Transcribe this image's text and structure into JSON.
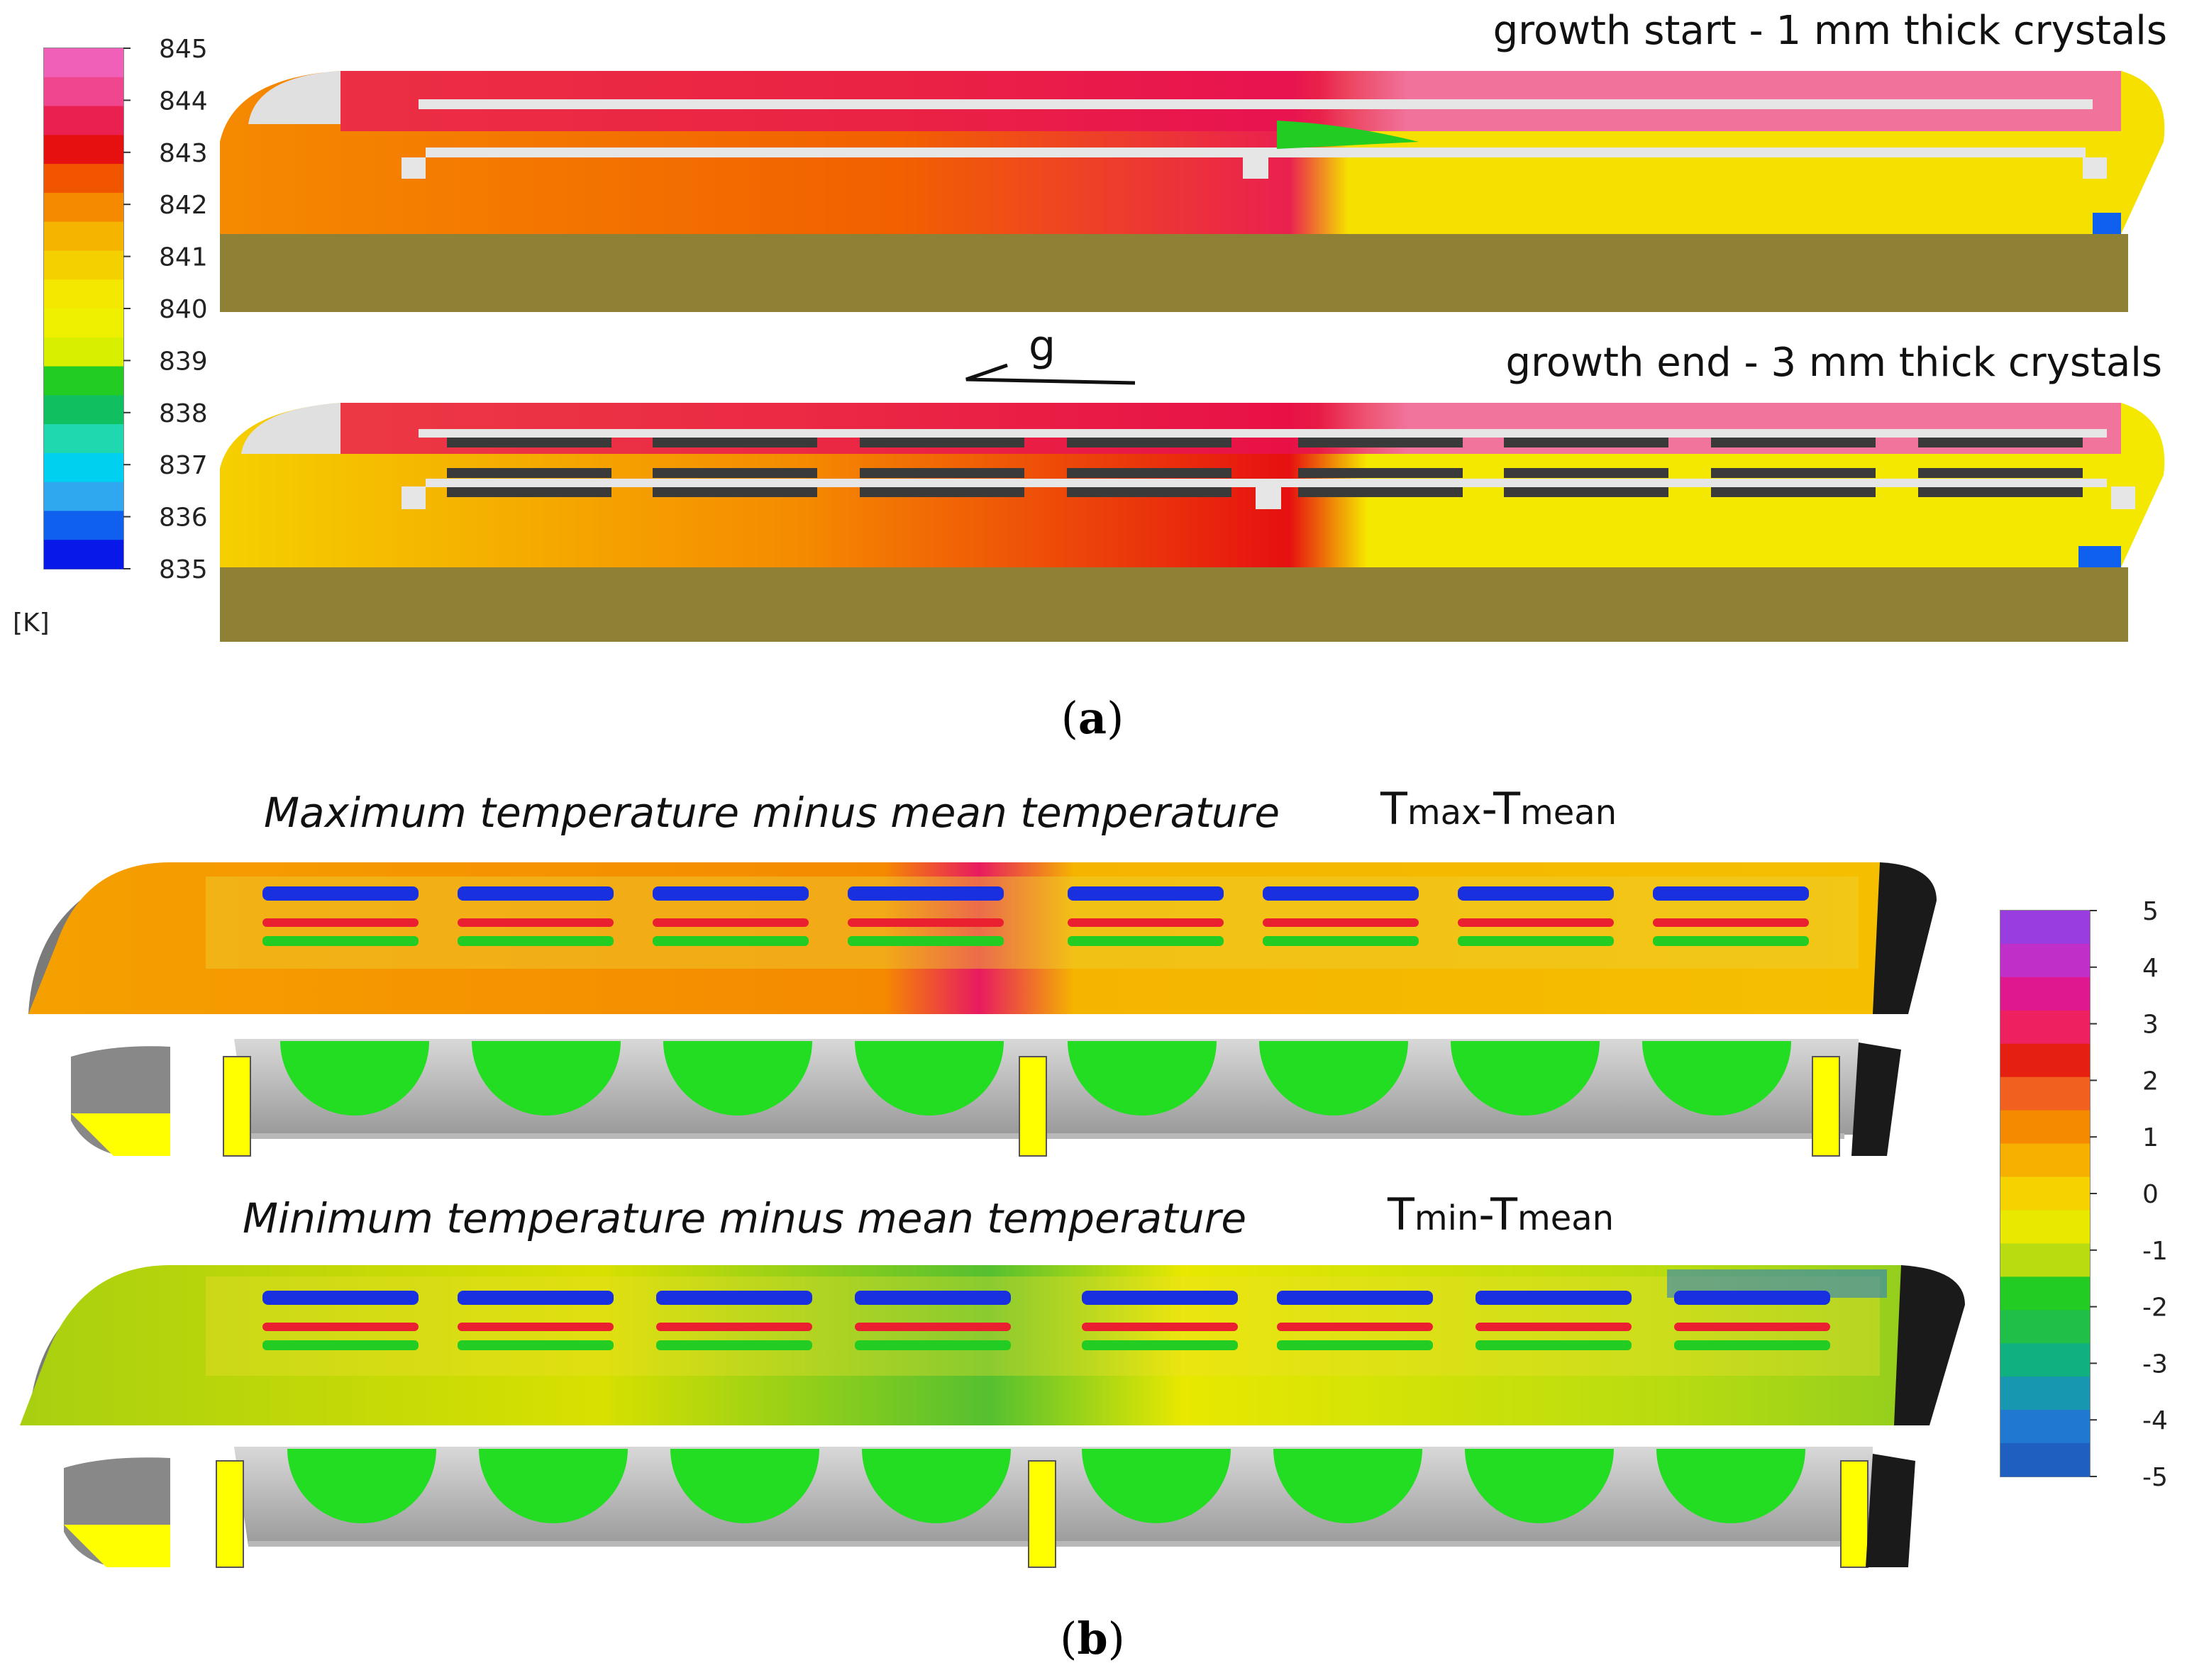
{
  "panel_a": {
    "caption_open": "(",
    "caption_letter": "a",
    "caption_close": ")",
    "title_top": "growth start - 1 mm thick crystals",
    "title_bottom": "growth end - 3 mm thick crystals",
    "gravity_label": "g",
    "scale_unit": "[K]",
    "scale_ticks": [
      "845",
      "844",
      "843",
      "842",
      "841",
      "840",
      "839",
      "838",
      "837",
      "836",
      "835"
    ],
    "scale_colors": [
      "#f060b8",
      "#f0458f",
      "#ea2050",
      "#e61010",
      "#f25500",
      "#f58a00",
      "#f5b400",
      "#f5d000",
      "#f5e800",
      "#eef000",
      "#d8f000",
      "#22cc22",
      "#10c060",
      "#20d8b0",
      "#00d0f0",
      "#30a8f0",
      "#1060f0",
      "#0818e8"
    ]
  },
  "panel_b": {
    "caption_open": "(",
    "caption_letter": "b",
    "caption_close": ")",
    "title_top": "Maximum temperature minus mean temperature",
    "title_bottom": "Minimum temperature minus mean temperature",
    "top_T": "T",
    "top_sub_max": "max",
    "top_minus": "-T",
    "top_sub_mean": "mean",
    "bottom_T": "T",
    "bottom_sub_min": "min",
    "bottom_minus": "-T",
    "bottom_sub_mean": "mean",
    "scale_ticks": [
      "5",
      "4",
      "3",
      "2",
      "1",
      "0",
      "-1",
      "-2",
      "-3",
      "-4",
      "-5"
    ],
    "scale_colors": [
      "#9a3de0",
      "#c030c8",
      "#e01890",
      "#ee2060",
      "#e62010",
      "#f26020",
      "#f58a00",
      "#f5b000",
      "#f5d200",
      "#e8e800",
      "#b8dc10",
      "#22cc22",
      "#20c048",
      "#10b080",
      "#1898b0",
      "#2078d0",
      "#1f5fc0"
    ]
  }
}
